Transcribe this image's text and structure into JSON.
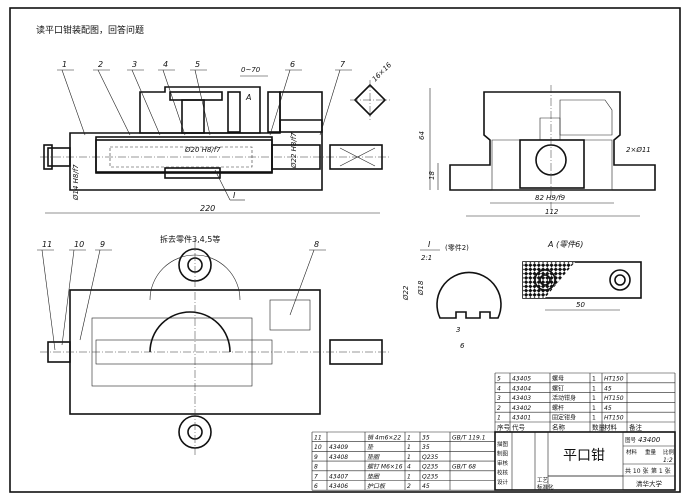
{
  "title": "读平口钳装配图，回答问题",
  "front_view": {
    "balloons": [
      "1",
      "2",
      "3",
      "4",
      "5",
      "6",
      "7"
    ],
    "dims": {
      "stroke": "0~70",
      "length": "220",
      "shaft_left": "Ø14 H8/f7",
      "bore": "Ø20 H8/f7",
      "shaft_right": "Ø22 H8/f7",
      "square": "16×16"
    },
    "section_mark": "A",
    "detail_mark": "I"
  },
  "side_view": {
    "dims": {
      "height": "64",
      "base_height": "18",
      "fit": "82 H9/f9",
      "width": "112",
      "holes": "2×Ø11"
    }
  },
  "plan_view": {
    "note": "拆去零件3,4,5等",
    "balloons": [
      "11",
      "10",
      "9",
      "8"
    ]
  },
  "detail_I": {
    "label": "I",
    "scale": "2:1",
    "caption": "(零件2)",
    "dims": {
      "outer": "Ø22",
      "inner": "Ø18",
      "slot": "3",
      "pitch": "6"
    }
  },
  "view_A": {
    "label": "A (零件6)",
    "dim": "50"
  },
  "parts_upper": {
    "rows": [
      [
        "5",
        "43405",
        "螺母",
        "1",
        "HT150",
        ""
      ],
      [
        "4",
        "43404",
        "螺钉",
        "1",
        "45",
        ""
      ],
      [
        "3",
        "43403",
        "活动钳身",
        "1",
        "HT150",
        ""
      ],
      [
        "2",
        "43402",
        "螺杆",
        "1",
        "45",
        ""
      ],
      [
        "1",
        "43401",
        "固定钳身",
        "1",
        "HT150",
        ""
      ]
    ],
    "header": [
      "序号",
      "代号",
      "名称",
      "数量",
      "材料",
      "备注"
    ]
  },
  "parts_lower": {
    "rows": [
      [
        "11",
        "",
        "销 4m6×22",
        "1",
        "35",
        "GB/T 119.1"
      ],
      [
        "10",
        "43409",
        "垫",
        "1",
        "35",
        ""
      ],
      [
        "9",
        "43408",
        "垫圈",
        "1",
        "Q235",
        ""
      ],
      [
        "8",
        "",
        "螺钉 M6×16",
        "4",
        "Q235",
        "GB/T 68"
      ],
      [
        "7",
        "43407",
        "垫圈",
        "1",
        "Q235",
        ""
      ],
      [
        "6",
        "43406",
        "护口板",
        "2",
        "45",
        ""
      ]
    ]
  },
  "title_block": {
    "name": "平口钳",
    "drawing_no_label": "图号",
    "drawing_no": "43400",
    "scale_label": "比例",
    "scale": "1:2",
    "weight_label": "重量",
    "material_label": "材料",
    "sheets": "共 10 张",
    "sheet": "第 1 张",
    "org": "清华大学",
    "roles": [
      "描图",
      "制图",
      "审核",
      "校核",
      "设计"
    ],
    "side_labels": [
      "工艺",
      "标准化"
    ]
  }
}
